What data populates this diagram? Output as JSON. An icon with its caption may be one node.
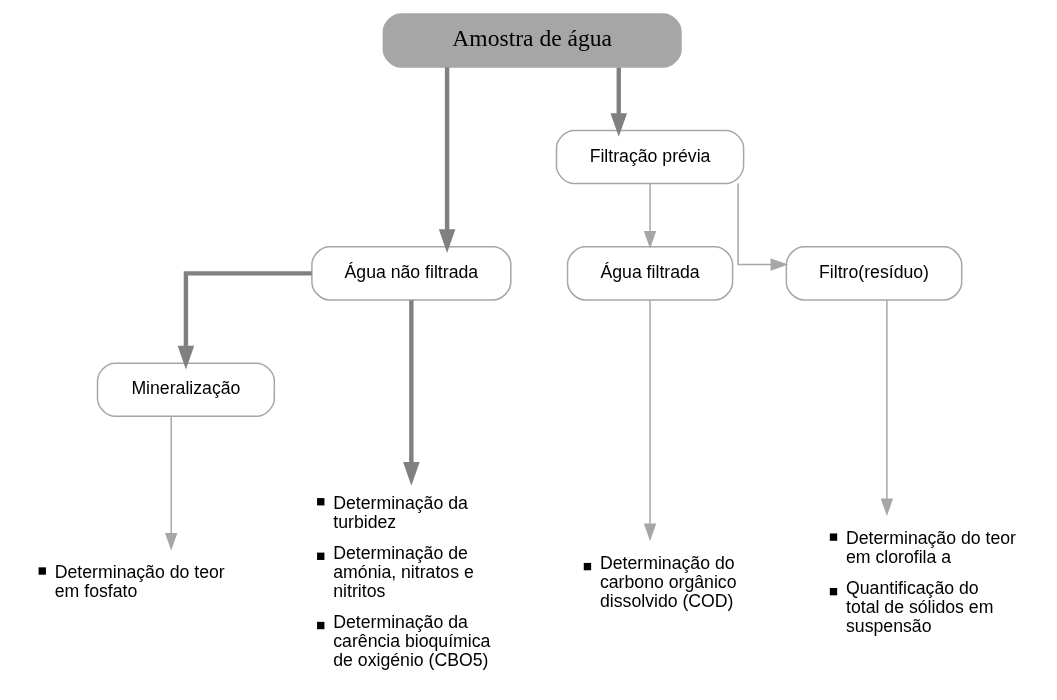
{
  "diagram": {
    "nodes": [
      {
        "text": [
          "Amostra de água"
        ]
      },
      {
        "text": [
          "Filtração prévia"
        ]
      },
      {
        "text": [
          "Água não filtrada"
        ]
      },
      {
        "text": [
          "Água filtrada"
        ]
      },
      {
        "text": [
          "Filtro(resíduo)"
        ]
      },
      {
        "text": [
          "Mineralização"
        ]
      },
      {
        "text": [
          "Determinação do teor em fosfato"
        ]
      },
      {
        "text": [
          "Determinação da turbidez",
          "Determinação de amónia, nitratos e nitritos",
          "Determinação da carência bioquímica de oxigénio (CBO5)"
        ]
      },
      {
        "text": [
          "Determinação do carbono orgânico dissolvido (COD)"
        ]
      },
      {
        "text": [
          "Determinação do teor em clorofila a",
          "Quantificação do total de sólidos em suspensão"
        ]
      }
    ],
    "edges": [
      {
        "from": 0,
        "to": 2,
        "arrow": "to",
        "style": "thick",
        "color": "#808080"
      },
      {
        "from": 0,
        "to": 1,
        "arrow": "to",
        "style": "thick",
        "color": "#808080"
      },
      {
        "from": 1,
        "to": 3,
        "arrow": "to"
      },
      {
        "from": 1,
        "to": 4,
        "arrow": "to"
      },
      {
        "from": 2,
        "to": 5,
        "arrow": "to",
        "style": "thick",
        "color": "#808080"
      },
      {
        "from": 2,
        "to": 7,
        "arrow": "to",
        "style": "thick",
        "color": "#808080"
      },
      {
        "from": 5,
        "to": 6,
        "arrow": "to"
      },
      {
        "from": 3,
        "to": 8,
        "arrow": "to"
      },
      {
        "from": 4,
        "to": 9,
        "arrow": "to"
      }
    ]
  }
}
